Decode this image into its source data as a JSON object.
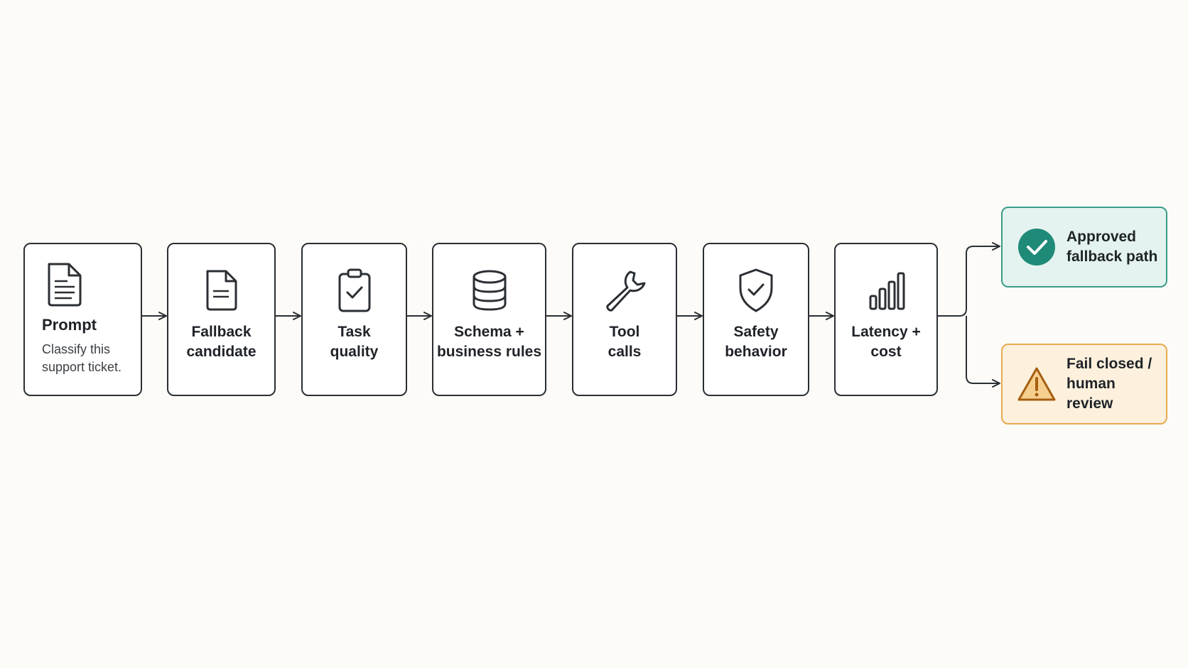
{
  "steps": [
    {
      "id": "prompt",
      "label": "Prompt",
      "sub": "Classify this\nsupport ticket.",
      "icon": "document-icon"
    },
    {
      "id": "fallback",
      "label": "Fallback\ncandidate",
      "icon": "file-icon"
    },
    {
      "id": "task",
      "label": "Task\nquality",
      "icon": "clipboard-check-icon"
    },
    {
      "id": "schema",
      "label": "Schema +\nbusiness rules",
      "icon": "database-icon"
    },
    {
      "id": "tools",
      "label": "Tool\ncalls",
      "icon": "wrench-icon"
    },
    {
      "id": "safety",
      "label": "Safety\nbehavior",
      "icon": "shield-check-icon"
    },
    {
      "id": "latency",
      "label": "Latency +\ncost",
      "icon": "bar-chart-icon"
    }
  ],
  "outcomes": {
    "approved": {
      "label": "Approved\nfallback path",
      "icon": "check-circle-icon",
      "color": "#1f8a78"
    },
    "fail": {
      "label": "Fail closed /\nhuman review",
      "icon": "warning-icon",
      "color": "#a65e10"
    }
  },
  "colors": {
    "stroke": "#2b2f33",
    "background": "#fcfbf7"
  }
}
